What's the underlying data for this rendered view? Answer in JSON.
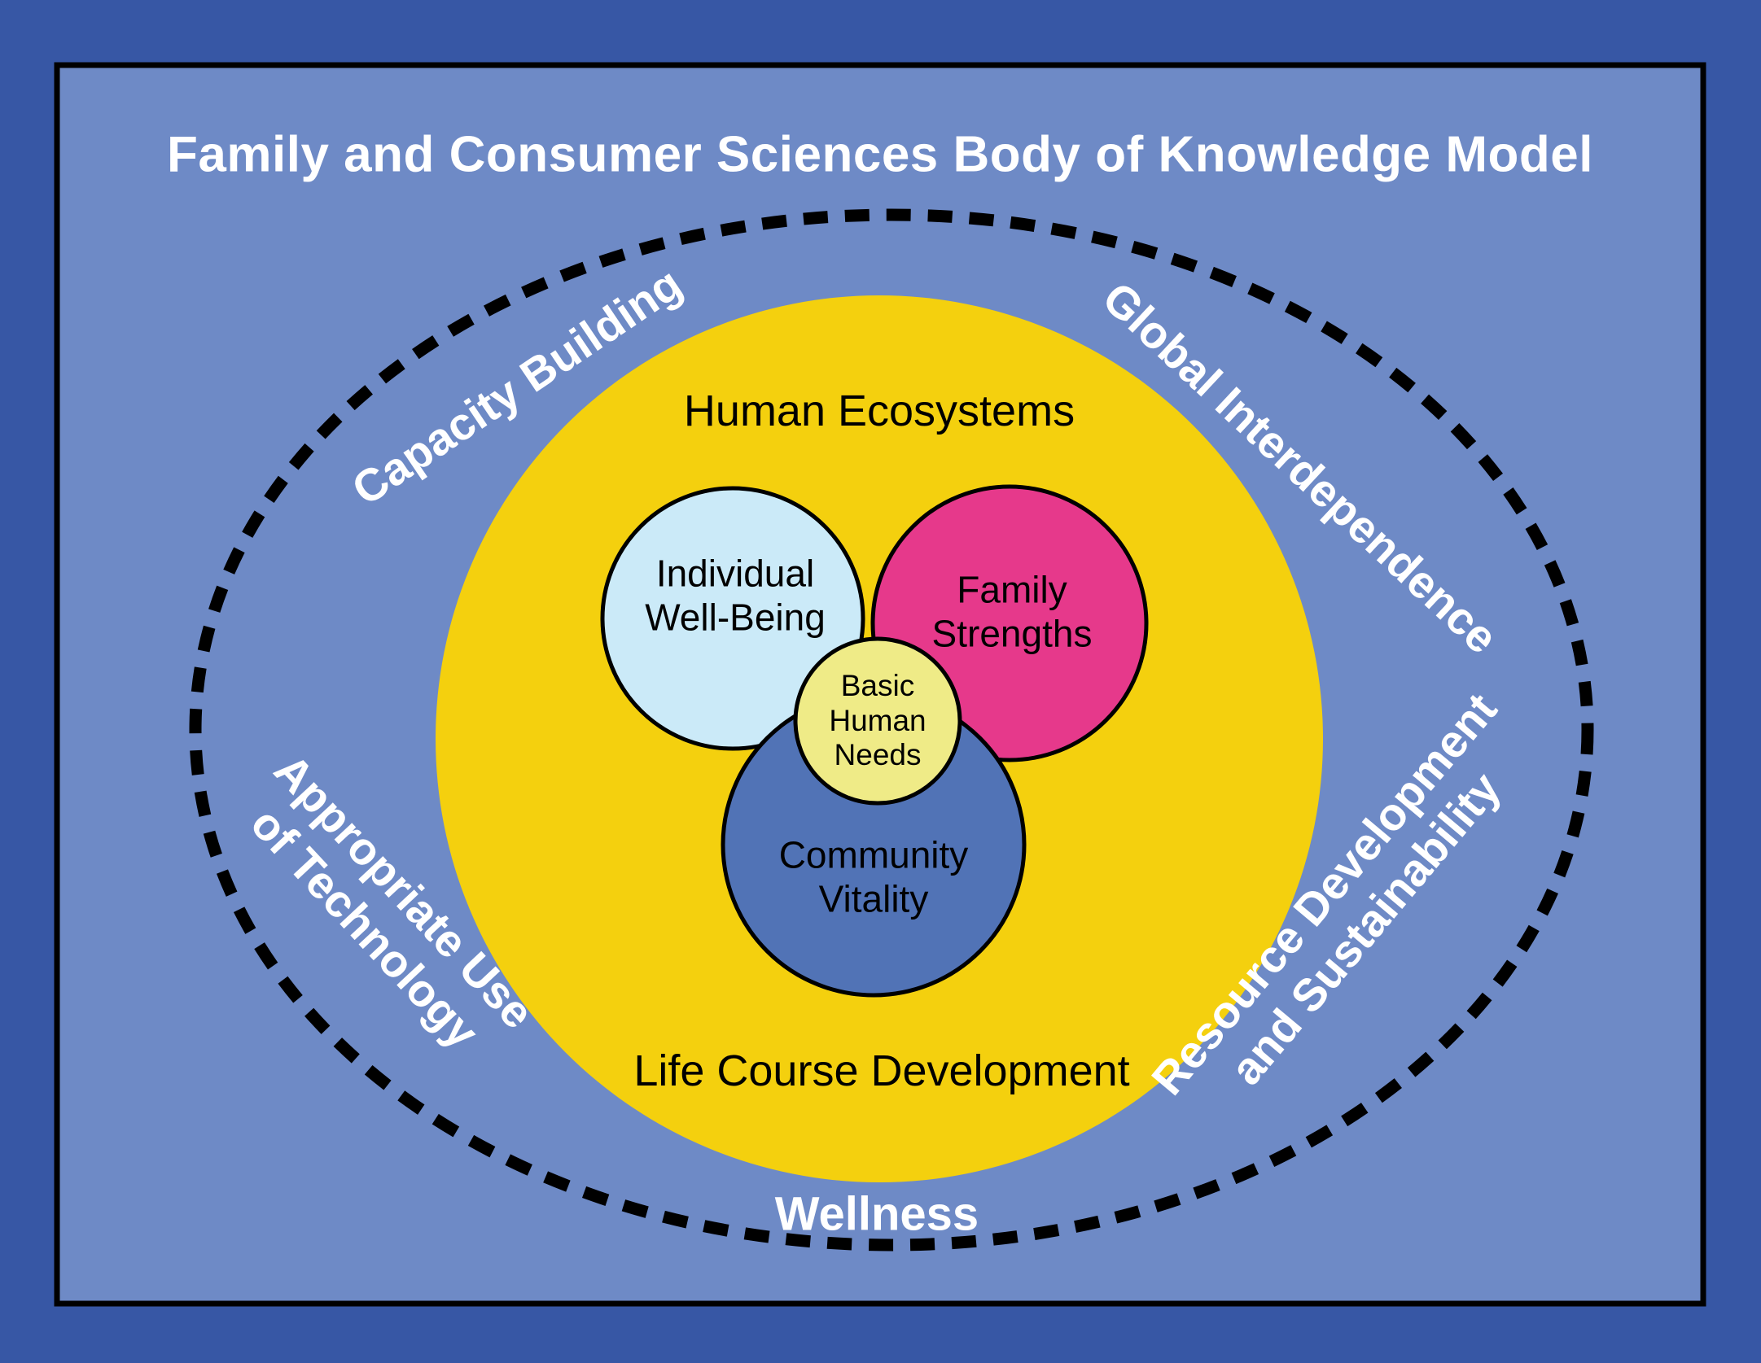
{
  "title": "Family and Consumer Sciences Body of Knowledge Model",
  "ring": {
    "capacity": "Capacity Building",
    "global": "Global Interdependence",
    "technology_line1": "Appropriate Use",
    "technology_line2": "of Technology",
    "resource_line1": "Resource Development",
    "resource_line2": "and Sustainability",
    "wellness": "Wellness"
  },
  "ecosystem": {
    "top": "Human Ecosystems",
    "bottom": "Life Course Development"
  },
  "venn": {
    "individual_line1": "Individual",
    "individual_line2": "Well-Being",
    "family_line1": "Family",
    "family_line2": "Strengths",
    "community_line1": "Community",
    "community_line2": "Vitality",
    "needs_line1": "Basic",
    "needs_line2": "Human",
    "needs_line3": "Needs"
  },
  "colors": {
    "outer_background": "#3757A5",
    "panel_background": "#6E8AC6",
    "panel_border": "#000000",
    "dashed_ring": "#000000",
    "ecosystem_circle": "#F4D00E",
    "individual_circle": "#CBEAF8",
    "family_circle": "#E6398B",
    "community_circle": "#5173B6",
    "needs_circle": "#EFEB87",
    "text_light": "#FFFFFF",
    "text_dark": "#000000"
  }
}
